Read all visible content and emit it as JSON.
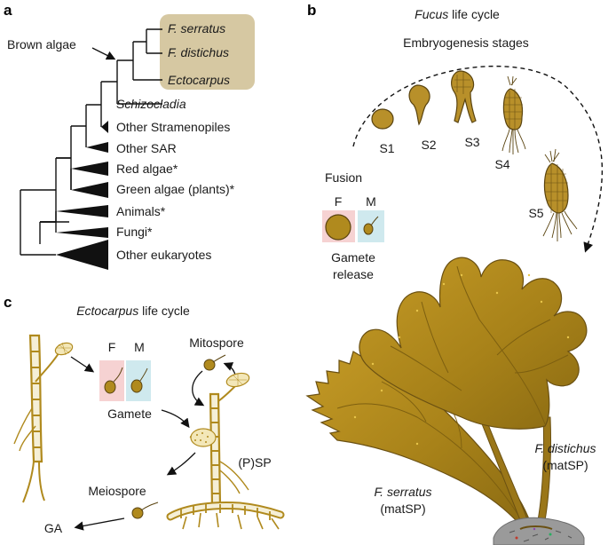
{
  "panels": {
    "a": "a",
    "b": "b",
    "c": "c"
  },
  "panel_a": {
    "brown_algae_label": "Brown algae",
    "highlight_color": "#d6c8a2",
    "taxa": [
      {
        "label": "F. serratus",
        "italic": true
      },
      {
        "label": "F. distichus",
        "italic": true
      },
      {
        "label": "Ectocarpus",
        "italic": true
      },
      {
        "label": "Schizocladia",
        "italic": true
      },
      {
        "label": "Other Stramenopiles",
        "italic": false
      },
      {
        "label": "Other SAR",
        "italic": false
      },
      {
        "label": "Red algae*",
        "italic": false
      },
      {
        "label": "Green algae (plants)*",
        "italic": false
      },
      {
        "label": "Animals*",
        "italic": false
      },
      {
        "label": "Fungi*",
        "italic": false
      },
      {
        "label": "Other eukaryotes",
        "italic": false
      }
    ]
  },
  "panel_b": {
    "title_italic": "Fucus",
    "title_rest": " life cycle",
    "subtitle": "Embryogenesis stages",
    "stages": [
      "S1",
      "S2",
      "S3",
      "S4",
      "S5"
    ],
    "fusion_label": "Fusion",
    "female_label": "F",
    "male_label": "M",
    "gamete_release_line1": "Gamete",
    "gamete_release_line2": "release",
    "species1_name": "F. serratus",
    "species1_note": "(matSP)",
    "species2_name": "F. distichus",
    "species2_note": "(matSP)",
    "algae_color": "#b08a1e"
  },
  "panel_c": {
    "title_italic": "Ectocarpus",
    "title_rest": " life cycle",
    "female_label": "F",
    "male_label": "M",
    "gamete_label": "Gamete",
    "mitospore_label": "Mitospore",
    "psp_label": "(P)SP",
    "meiospore_label": "Meiospore",
    "ga_label": "GA",
    "female_bg": "#f6d2d2",
    "male_bg": "#cfe9ee"
  }
}
